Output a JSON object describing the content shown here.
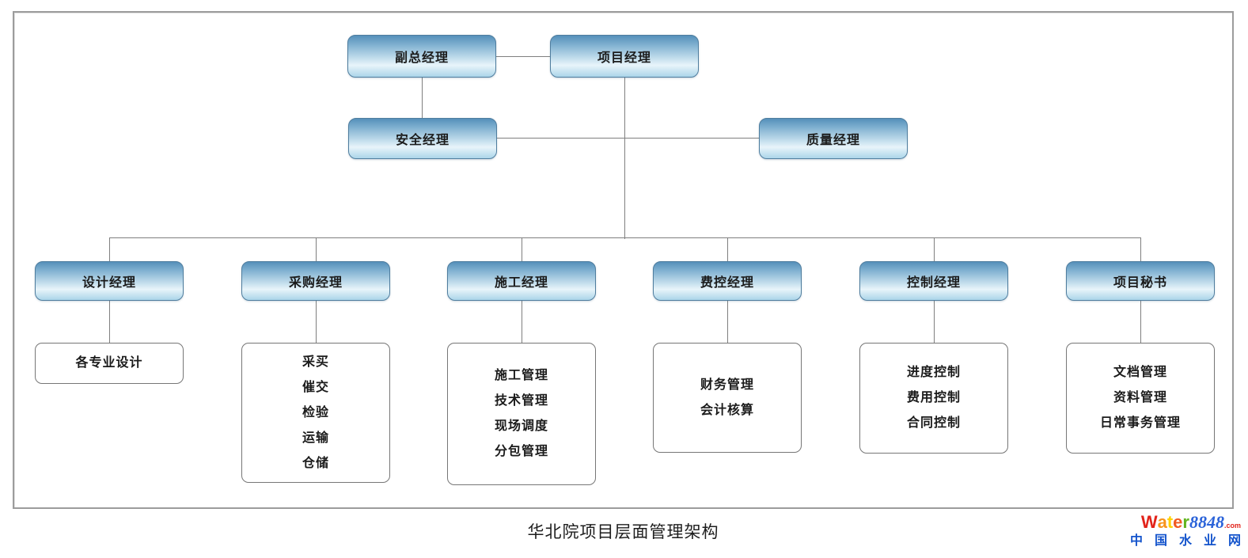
{
  "chart": {
    "caption": "华北院项目层面管理架构",
    "nodes": {
      "deputy_gm": "副总经理",
      "project_manager": "项目经理",
      "safety_manager": "安全经理",
      "quality_manager": "质量经理",
      "design_manager": "设计经理",
      "procurement_manager": "采购经理",
      "construction_manager": "施工经理",
      "cost_control_manager": "费控经理",
      "control_manager": "控制经理",
      "project_secretary": "项目秘书"
    },
    "details": {
      "design": [
        "各专业设计"
      ],
      "procurement": [
        "采买",
        "催交",
        "检验",
        "运输",
        "仓储"
      ],
      "construction": [
        "施工管理",
        "技术管理",
        "现场调度",
        "分包管理"
      ],
      "cost_control": [
        "财务管理",
        "会计核算"
      ],
      "control": [
        "进度控制",
        "费用控制",
        "合同控制"
      ],
      "secretary": [
        "文档管理",
        "资料管理",
        "日常事务管理"
      ]
    },
    "node_fill_top": "#5590ba",
    "node_fill_bottom": "#abd5e9",
    "node_border": "#4f7d9e",
    "line_color": "#7f7f7f"
  },
  "logo": {
    "word": [
      "W",
      "a",
      "t",
      "e",
      "r"
    ],
    "number": "8848",
    "suffix": ".com",
    "tagline": "中国水业网",
    "word_colors": [
      "#e2231a",
      "#f7941d",
      "#ffd200",
      "#f05a22",
      "#61b520"
    ],
    "number_color": "#2b63d9",
    "tagline_color": "#1454cc"
  }
}
